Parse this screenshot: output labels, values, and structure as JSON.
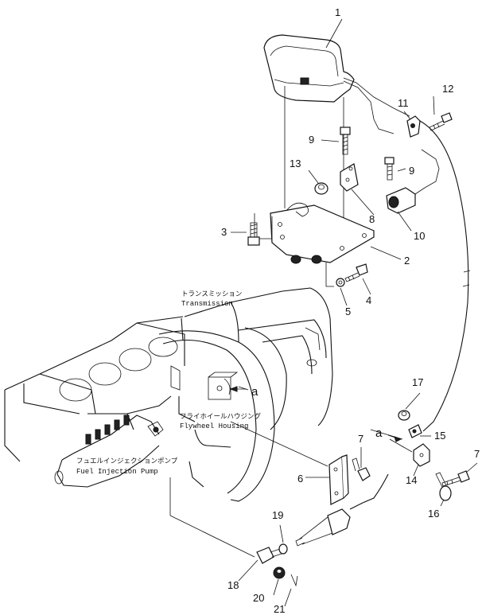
{
  "part_numbers": {
    "p1": "1",
    "p2": "2",
    "p3": "3",
    "p4": "4",
    "p5": "5",
    "p6": "6",
    "p7a": "7",
    "p7b": "7",
    "p8": "8",
    "p9a": "9",
    "p9b": "9",
    "p10": "10",
    "p11": "11",
    "p12": "12",
    "p13": "13",
    "p14": "14",
    "p15": "15",
    "p16": "16",
    "p17": "17",
    "p18": "18",
    "p19": "19",
    "p20": "20",
    "p21": "21"
  },
  "labels": {
    "transmission_jp": "トランスミッション",
    "transmission_en": "Transmission",
    "flywheel_jp": "フライホイールハウジング",
    "flywheel_en": "Flywheel Housing",
    "pump_jp": "フュエルインジェクションポンプ",
    "pump_en": "Fuel Injection Pump"
  },
  "callouts": {
    "ref_a_upper": "a",
    "ref_a_lower": "a"
  }
}
